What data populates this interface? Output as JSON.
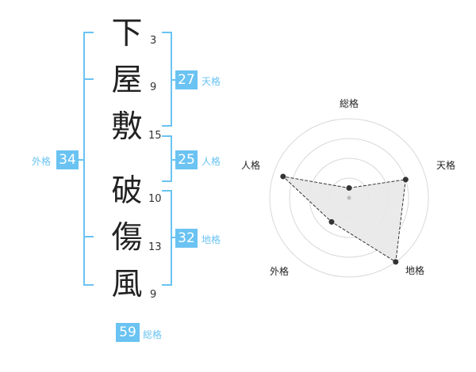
{
  "name": {
    "characters": [
      "下",
      "屋",
      "敷",
      "破",
      "傷",
      "風"
    ],
    "strokes": [
      "3",
      "9",
      "15",
      "10",
      "13",
      "9"
    ]
  },
  "fortune": {
    "tenkaku": {
      "value": "27",
      "label": "天格"
    },
    "jinkaku": {
      "value": "25",
      "label": "人格"
    },
    "chikaku": {
      "value": "32",
      "label": "地格"
    },
    "gaikaku": {
      "value": "34",
      "label": "外格"
    },
    "soukaku": {
      "value": "59",
      "label": "総格"
    }
  },
  "radar": {
    "labels": {
      "soukaku": "総格",
      "tenkaku": "天格",
      "chikaku": "地格",
      "gaikaku": "外格",
      "jinkaku": "人格"
    },
    "rings": 4,
    "max": 4,
    "scores": {
      "soukaku": 0.5,
      "tenkaku": 3,
      "chikaku": 4,
      "gaikaku": 1.5,
      "jinkaku": 3.5
    }
  },
  "colors": {
    "accent": "#6ac3f2",
    "ring": "#d9d9d9",
    "fill": "#e8e8e8",
    "line": "#333333"
  }
}
